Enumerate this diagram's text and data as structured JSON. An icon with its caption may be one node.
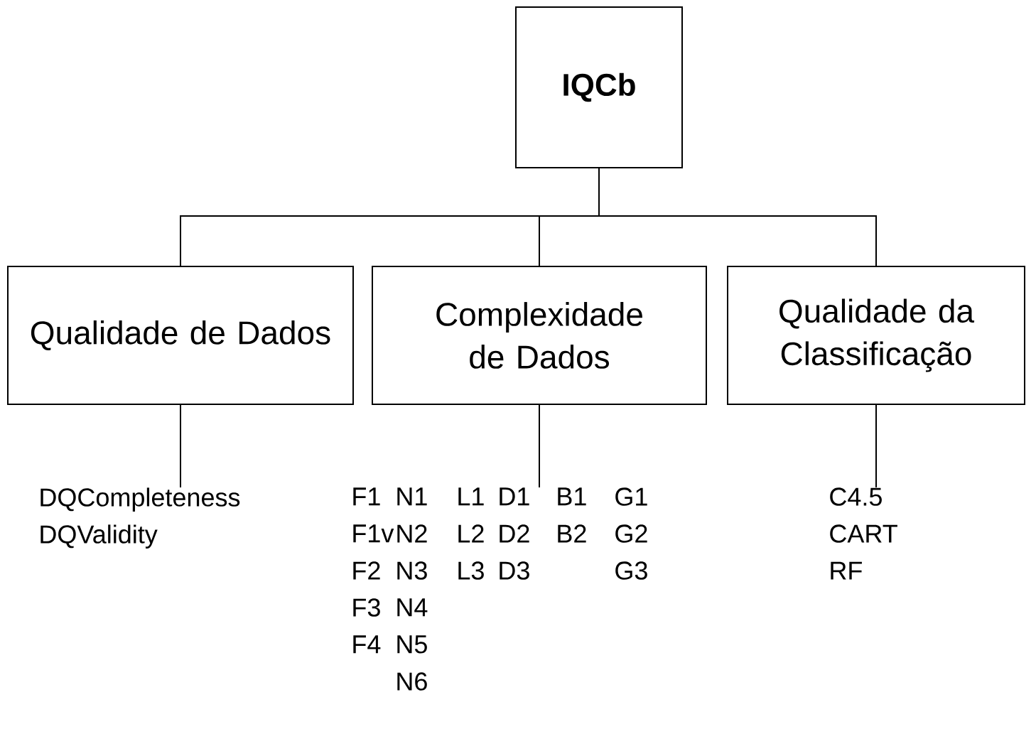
{
  "diagram": {
    "nodes": [
      {
        "text": [
          "IQCb"
        ]
      },
      {
        "text": [
          "Qualidade de Dados"
        ]
      },
      {
        "text": [
          "Complexidade de Dados"
        ]
      },
      {
        "text": [
          "Qualidade da Classificação"
        ]
      },
      {
        "text": [
          "DQCompleteness",
          "DQValidity"
        ]
      },
      {
        "text": [
          "F1",
          "F1v",
          "F2",
          "F3",
          "F4",
          "N1",
          "N2",
          "N3",
          "N4",
          "N5",
          "N6",
          "L1",
          "L2",
          "L3",
          "D1",
          "D2",
          "D3",
          "B1",
          "B2",
          "G1",
          "G2",
          "G3"
        ]
      },
      {
        "text": [
          "C4.5",
          "CART",
          "RF"
        ]
      }
    ],
    "edges": [
      {
        "from": 0,
        "to": 1,
        "arrow": "none"
      },
      {
        "from": 0,
        "to": 2,
        "arrow": "none"
      },
      {
        "from": 0,
        "to": 3,
        "arrow": "none"
      },
      {
        "from": 1,
        "to": 4,
        "arrow": "none"
      },
      {
        "from": 2,
        "to": 5,
        "arrow": "none"
      },
      {
        "from": 3,
        "to": 6,
        "arrow": "none"
      }
    ]
  }
}
